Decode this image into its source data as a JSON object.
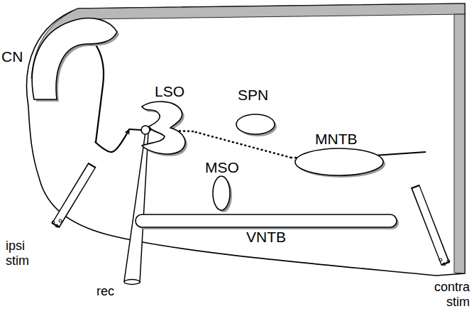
{
  "diagram": {
    "nodes": [
      {
        "text": [
          "CN"
        ]
      },
      {
        "text": [
          "LSO"
        ]
      },
      {
        "text": [
          "SPN"
        ]
      },
      {
        "text": [
          "MSO"
        ]
      },
      {
        "text": [
          "MNTB"
        ]
      },
      {
        "text": [
          "VNTB"
        ]
      }
    ],
    "edges": [
      {
        "from": 0,
        "to": 1,
        "arrow": "to"
      },
      {
        "from": 4,
        "to": 1,
        "arrow": "none"
      }
    ],
    "labels": [
      "ipsi stim",
      "rec",
      "contra stim"
    ]
  }
}
